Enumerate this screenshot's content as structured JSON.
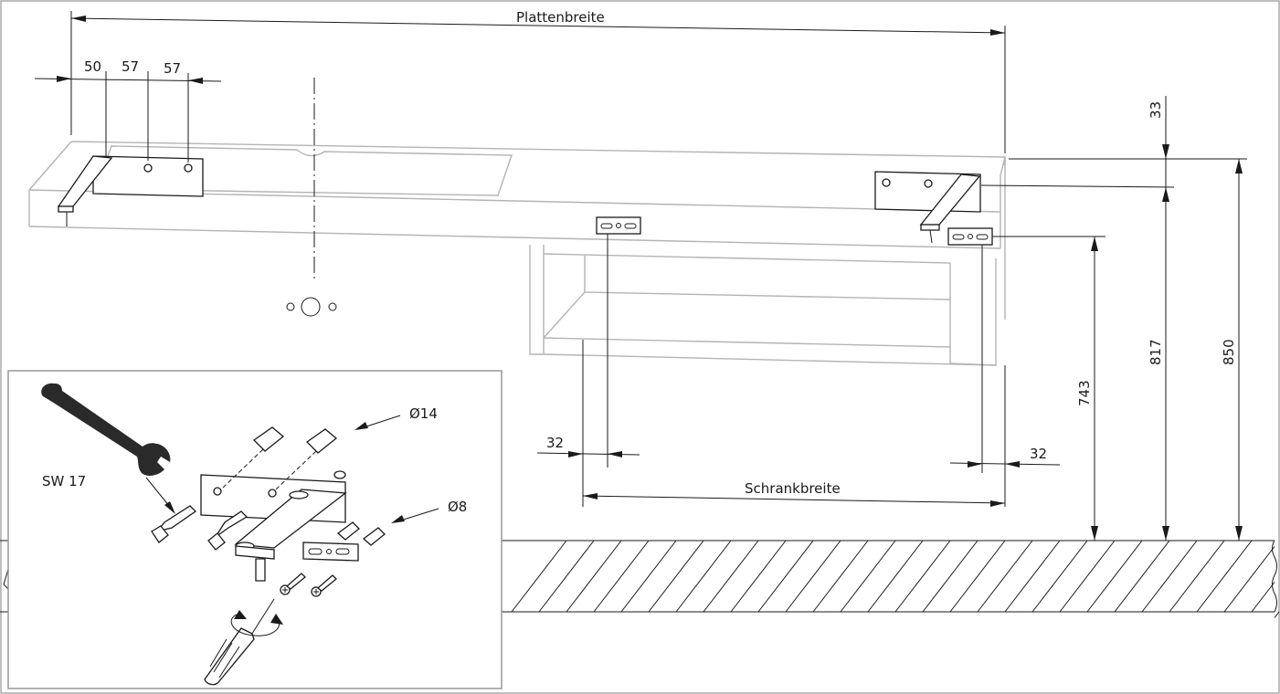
{
  "dimensions": {
    "plate_width": "Plattenbreite",
    "cabinet_width": "Schrankbreite",
    "offset_50": "50",
    "offset_57a": "57",
    "offset_57b": "57",
    "height_33": "33",
    "height_743": "743",
    "height_817": "817",
    "height_850": "850",
    "side_32_left": "32",
    "side_32_right": "32"
  },
  "inset": {
    "wrench_size": "SW 17",
    "dowel_large": "Ø14",
    "dowel_small": "Ø8"
  },
  "icons": [
    "wrench-icon",
    "screwdriver-icon",
    "rotation-arrow-icon"
  ],
  "colors": {
    "line": "#1a1a1a",
    "furniture_outline": "#b4b4b4",
    "inset_border": "#999999"
  }
}
